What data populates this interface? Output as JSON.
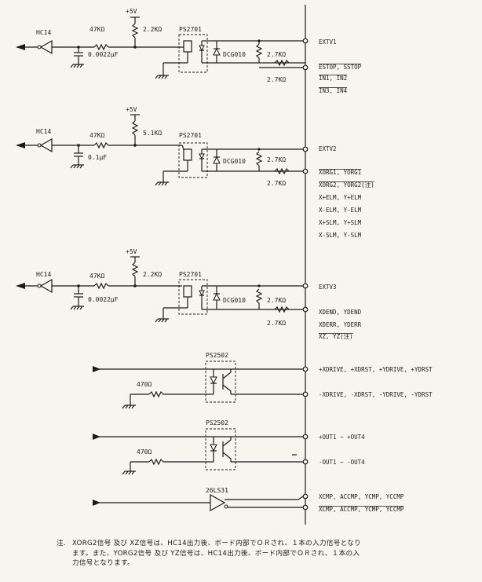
{
  "ch1": {
    "buffer": "HC14",
    "r_series": "47KΩ",
    "vcc": "+5V",
    "r_pullup": "2.2KΩ",
    "coupler": "PS2701",
    "diode": "DCG010",
    "r_a": "2.7KΩ",
    "r_b": "2.7KΩ",
    "cap": "0.0022μF",
    "sig_pos": "EXTV1",
    "sig_neg_1": "ESTOP, SSTOP",
    "sig_neg_2": "IN1, IN2",
    "sig_neg_3": "IN3, IN4"
  },
  "ch2": {
    "buffer": "HC14",
    "r_series": "47KΩ",
    "vcc": "+5V",
    "r_pullup": "5.1KΩ",
    "coupler": "PS2701",
    "diode": "DCG010",
    "r_a": "2.7KΩ",
    "r_b": "2.7KΩ",
    "cap": "0.1μF",
    "sig_pos": "EXTV2",
    "sig_neg_1": "XORG1, YORG1",
    "sig_neg_2": "XORG2, YORG2(注)",
    "sig_neg_3": "X+ELM, Y+ELM",
    "sig_neg_4": "X-ELM, Y-ELM",
    "sig_neg_5": "X+SLM, Y+SLM",
    "sig_neg_6": "X-SLM, Y-SLM"
  },
  "ch3": {
    "buffer": "HC14",
    "r_series": "47KΩ",
    "vcc": "+5V",
    "r_pullup": "2.2KΩ",
    "coupler": "PS2701",
    "diode": "DCG010",
    "r_a": "2.7KΩ",
    "r_b": "2.7KΩ",
    "cap": "0.0022μF",
    "sig_pos": "EXTV3",
    "sig_neg_1": "XDEND, YDEND",
    "sig_neg_2": "XDERR, YDERR",
    "sig_neg_3": "XZ, YZ(注)"
  },
  "out1": {
    "coupler": "PS2502",
    "resistor": "470Ω",
    "sig_pos": "+XDRIVE, +XDRST, +YDRIVE, +YDRST",
    "sig_neg": "-XDRIVE, -XDRST, -YDRIVE, -YDRST"
  },
  "out2": {
    "coupler": "PS2502",
    "resistor": "470Ω",
    "sig_pos": "+OUT1 ~ +OUT4",
    "sig_neg": "-OUT1 ~ -OUT4"
  },
  "drv": {
    "chip": "26LS31",
    "sig_pos": "XCMP, ACCMP, YCMP, YCCMP",
    "sig_neg": "XCMP, ACCMP, YCMP, YCCMP"
  },
  "note": {
    "head": "注.",
    "line1": "XORG2信号 及び XZ信号は、HC14出力後、ボード内部でＯＲされ、１本の入力信号となり",
    "line2": "ます。また、YORG2信号 及び YZ信号は、HC14出力後、ボード内部でＯＲされ、１本の入",
    "line3": "力信号となります。"
  }
}
